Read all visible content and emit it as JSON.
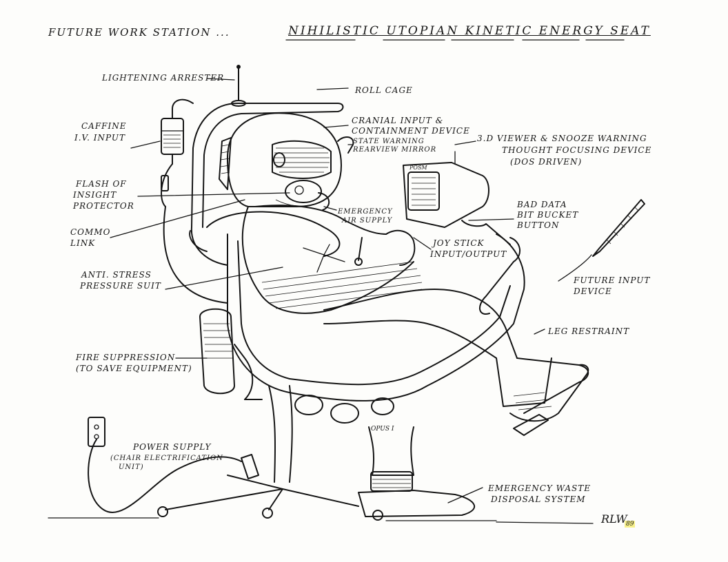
{
  "header": {
    "left": "FUTURE WORK STATION ...",
    "title": "NIHILISTIC UTOPIAN KINETIC ENERGY SEAT"
  },
  "labels": {
    "lightning": "LIGHTENING ARRESTER",
    "roll_cage": "ROLL CAGE",
    "caffeine_1": "CAFFINE",
    "caffeine_2": "I.V. INPUT",
    "cranial_1": "CRANIAL INPUT &",
    "cranial_2": "CONTAINMENT DEVICE",
    "mirror_1": "STATE WARNING",
    "mirror_2": "REARVIEW MIRROR",
    "viewer_1": "3.D VIEWER & SNOOZE WARNING",
    "viewer_2": "THOUGHT FOCUSING DEVICE",
    "viewer_3": "(DOS DRIVEN)",
    "flash_1": "FLASH OF",
    "flash_2": "INSIGHT",
    "flash_3": "PROTECTOR",
    "comms_1": "COMMO",
    "comms_2": "LINK",
    "air_1": "EMERGENCY",
    "air_2": "AIR SUPPLY",
    "bad_data_1": "BAD DATA",
    "bad_data_2": "BIT BUCKET",
    "bad_data_3": "BUTTON",
    "joystick_1": "JOY STICK",
    "joystick_2": "INPUT/OUTPUT",
    "suit_1": "ANTI. STRESS",
    "suit_2": "PRESSURE SUIT",
    "future_input_1": "FUTURE INPUT",
    "future_input_2": "DEVICE",
    "leg": "LEG RESTRAINT",
    "fire_1": "FIRE SUPPRESSION",
    "fire_2": "(TO SAVE EQUIPMENT)",
    "power_1": "POWER SUPPLY",
    "power_2": "(CHAIR ELECTRIFICATION",
    "power_3": "UNIT)",
    "waste_1": "EMERGENCY WASTE",
    "waste_2": "DISPOSAL SYSTEM",
    "monitor_tag": "POSM",
    "base_tag": "OPUS I"
  },
  "signature": {
    "initials": "RLW",
    "year": "89"
  }
}
